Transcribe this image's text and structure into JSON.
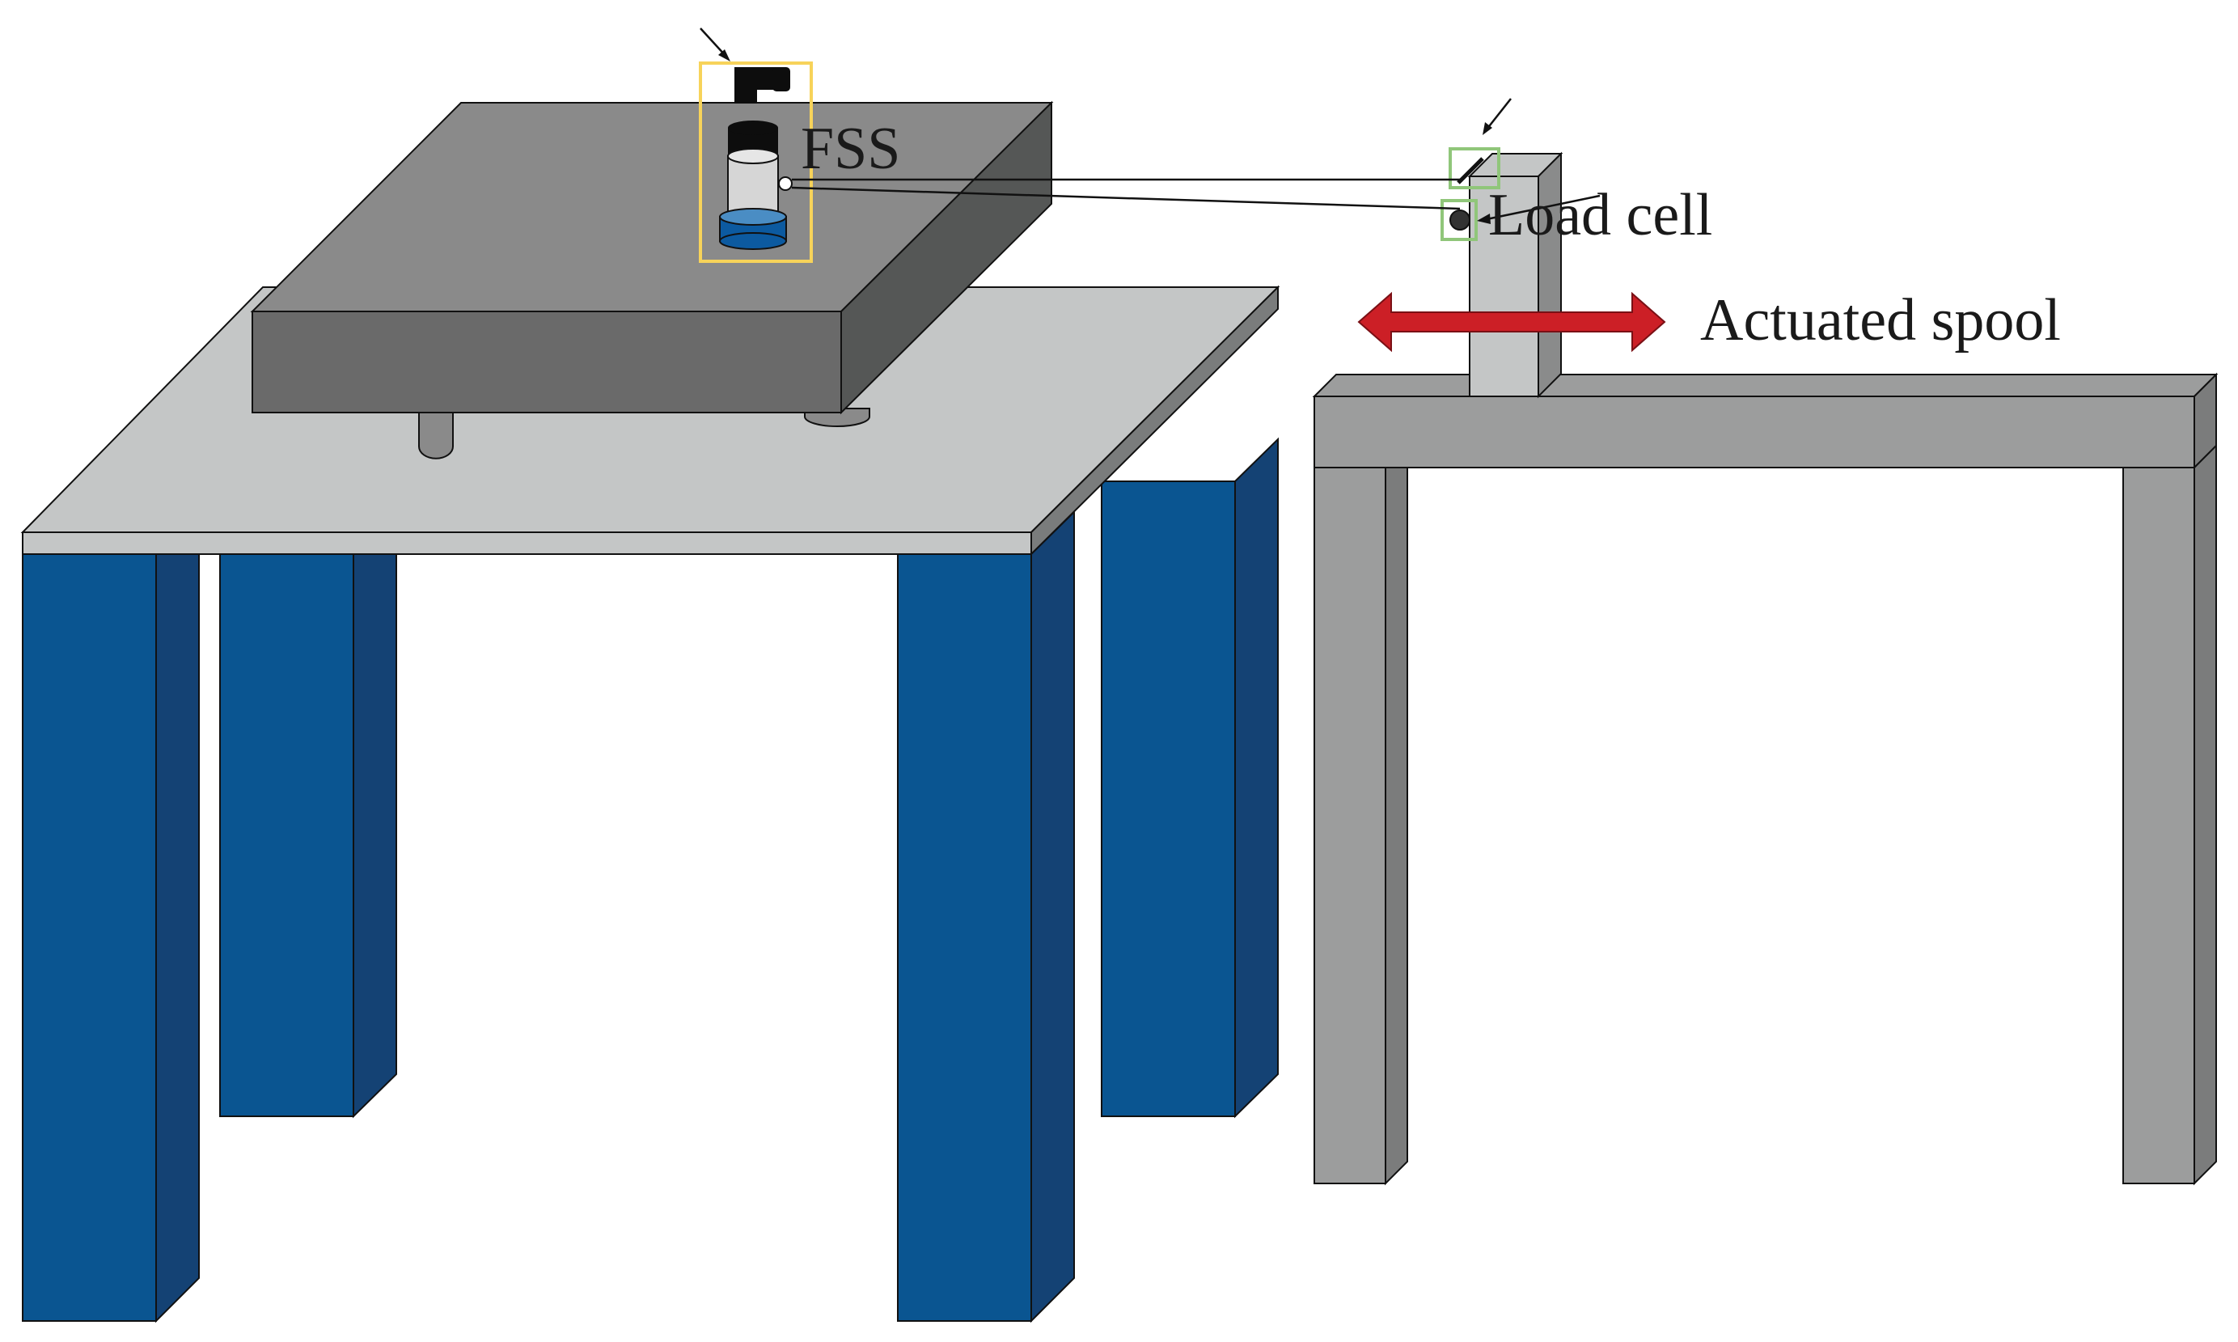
{
  "labels": {
    "fss": "FSS",
    "load_cell": "Load cell",
    "actuated_spool": "Actuated spool"
  },
  "colors": {
    "table_leg_front": "#0a5591",
    "table_leg_side": "#144274",
    "table_top": "#c4c6c6",
    "table_top_edge": "#7a7c7c",
    "plate_top": "#8a8a8a",
    "plate_front": "#6a6a6a",
    "plate_side": "#555756",
    "frame_front": "#9c9d9d",
    "frame_side": "#7b7c7c",
    "arrow_red": "#cc1f26",
    "fss_box": "#f7d35a",
    "loadcell_box": "#90c67a",
    "sensor_black": "#0d0d0d",
    "sensor_body": "#d6d6d6",
    "sensor_base": "#0c5aa0"
  }
}
